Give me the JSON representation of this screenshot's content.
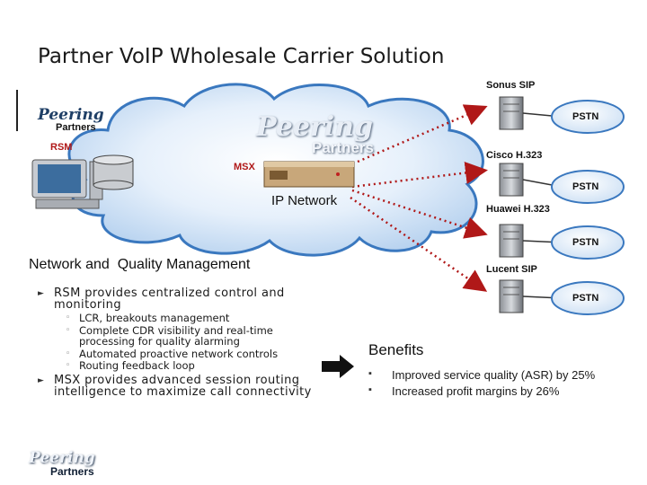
{
  "slide": {
    "title": "Partner VoIP Wholesale Carrier Solution"
  },
  "logos": {
    "brand": "Peering",
    "brand_sub": "Partners"
  },
  "diagram": {
    "rsm_label": "RSM",
    "msx_label": "MSX",
    "cloud_label": "IP Network",
    "gateways": [
      {
        "label": "Sonus SIP",
        "pstn": "PSTN"
      },
      {
        "label": "Cisco H.323",
        "pstn": "PSTN"
      },
      {
        "label": "Huawei H.323",
        "pstn": "PSTN"
      },
      {
        "label": "Lucent SIP",
        "pstn": "PSTN"
      }
    ],
    "colors": {
      "cloud": "#cfe3f7",
      "link_arrow": "#b01818",
      "rsm_label": "#b01818"
    }
  },
  "management": {
    "heading": "Network and  Quality Management",
    "bullets": [
      {
        "text": "RSM provides centralized control and monitoring",
        "sub": [
          "LCR, breakouts management",
          "Complete CDR visibility and real-time processing for quality alarming",
          "Automated proactive network controls",
          "Routing feedback loop"
        ]
      },
      {
        "text": "MSX provides advanced session routing intelligence to maximize call connectivity"
      }
    ]
  },
  "benefits": {
    "heading": "Benefits",
    "items": [
      "Improved service quality (ASR) by 25%",
      "Increased profit margins by 26%"
    ]
  }
}
